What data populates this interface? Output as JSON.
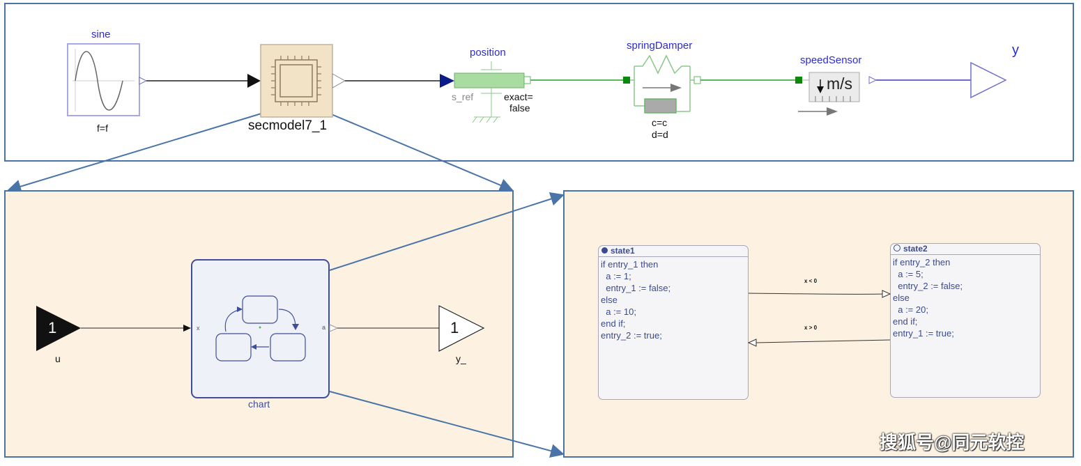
{
  "top": {
    "sine_label": "sine",
    "sine_param": "f=f",
    "secmodel_label": "secmodel7_1",
    "position_label": "position",
    "position_port": "s_ref",
    "position_exact": "exact=",
    "position_exact_value": "false",
    "springdamper_label": "springDamper",
    "springdamper_c": "c=c",
    "springdamper_d": "d=d",
    "speedsensor_label": "speedSensor",
    "speedsensor_unit": "m/s",
    "output_label": "y"
  },
  "left_panel": {
    "input_value": "1",
    "input_label": "u",
    "chart_label": "chart",
    "chart_in_port": "x",
    "chart_out_port": "a",
    "output_value": "1",
    "output_label": "y_"
  },
  "right_panel": {
    "state1": {
      "title": "state1",
      "body": "if entry_1 then\n  a := 1;\n  entry_1 := false;\nelse\n  a := 10;\nend if;\nentry_2 := true;"
    },
    "state2": {
      "title": "state2",
      "body": "if entry_2 then\n  a := 5;\n  entry_2 := false;\nelse\n  a := 20;\nend if;\nentry_1 := true;"
    },
    "transition_1_2": "x < 0",
    "transition_2_1": "x > 0"
  },
  "watermark": "搜狐号@同元软控",
  "colors": {
    "frame_border": "#4a74a8",
    "subsystem_fill": "#fdf2e1",
    "label_blue": "#2b2bd6",
    "mechanics_green": "#5cb85c",
    "signal_blue": "#6a6ac8"
  }
}
